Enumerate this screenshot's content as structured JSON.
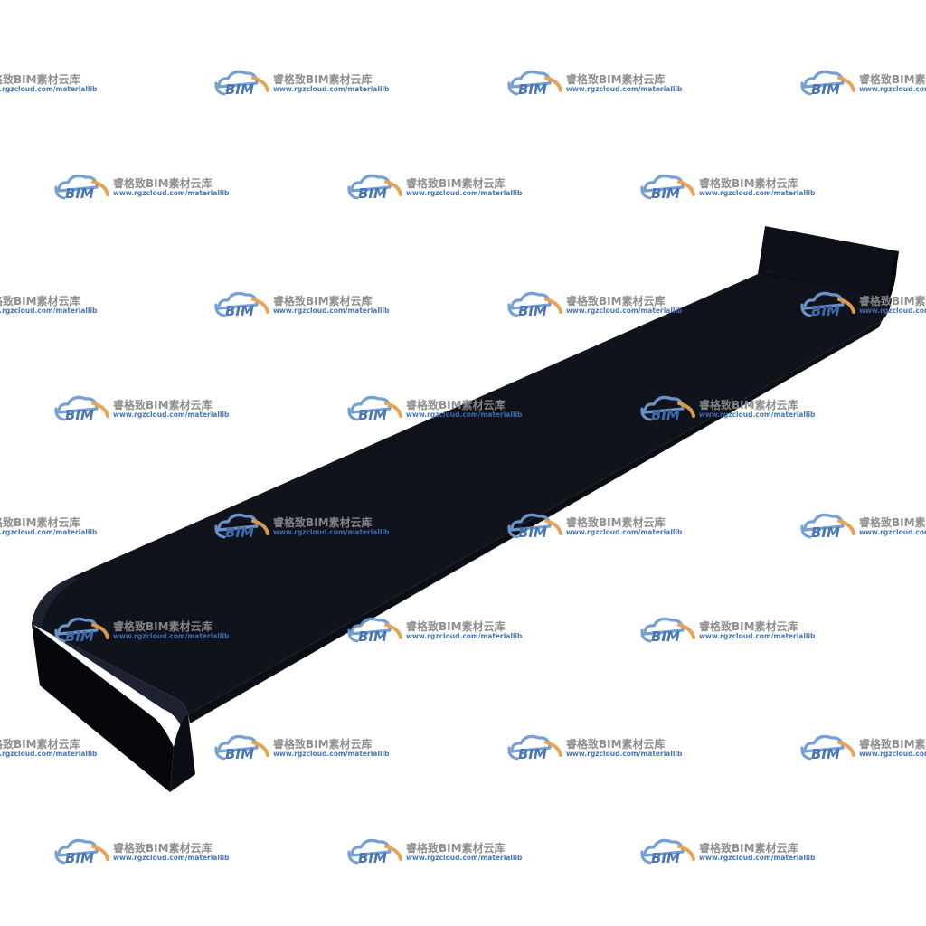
{
  "watermark": {
    "logo_text": "BIM",
    "brand_text": "睿格致BIM素材云库",
    "url_text": "www.rgzcloud.com/materiallib",
    "logo_icon": "cloud-icon",
    "colors": {
      "cloud": "#6f9bd1",
      "arc": "#e8a04a",
      "logo_text": "#3f6fb5",
      "brand_text": "#8a8a8a",
      "url_text": "#3f6fb5"
    }
  },
  "object": {
    "name": "window-sill-profile",
    "colors": {
      "top_surface": "#10131c",
      "front_face": "#05070b",
      "inner_lip": "#0b0e15",
      "back_face": "#0d1018",
      "edge_highlight": "#1c2230"
    }
  }
}
